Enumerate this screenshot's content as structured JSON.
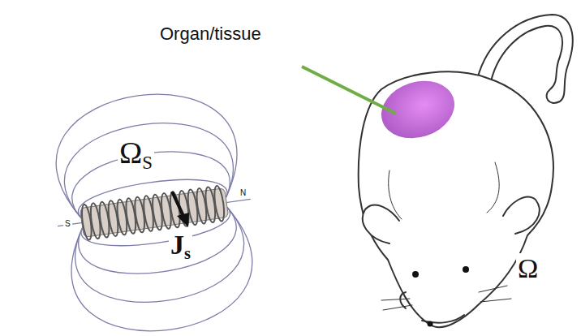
{
  "diagram": {
    "labels": [
      "Organ/tissue",
      "ΩS",
      "Js",
      "N",
      "S",
      "Ω"
    ]
  }
}
